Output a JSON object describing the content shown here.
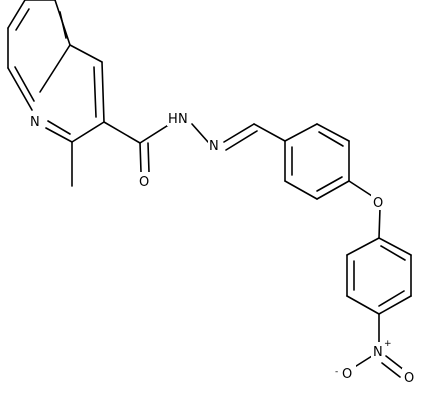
{
  "atoms": {
    "n_ring": "N",
    "nh": "H",
    "n_amide": "N",
    "n_imine": "N",
    "o_carbonyl": "O",
    "o_ether": "O",
    "n_nitro": "N",
    "n_nitro_charge": "+",
    "o_nitro_minus": "O",
    "o_nitro_minus_charge": "-",
    "o_nitro_double": "O"
  },
  "colors": {
    "bond": "#000000",
    "background": "#ffffff"
  }
}
